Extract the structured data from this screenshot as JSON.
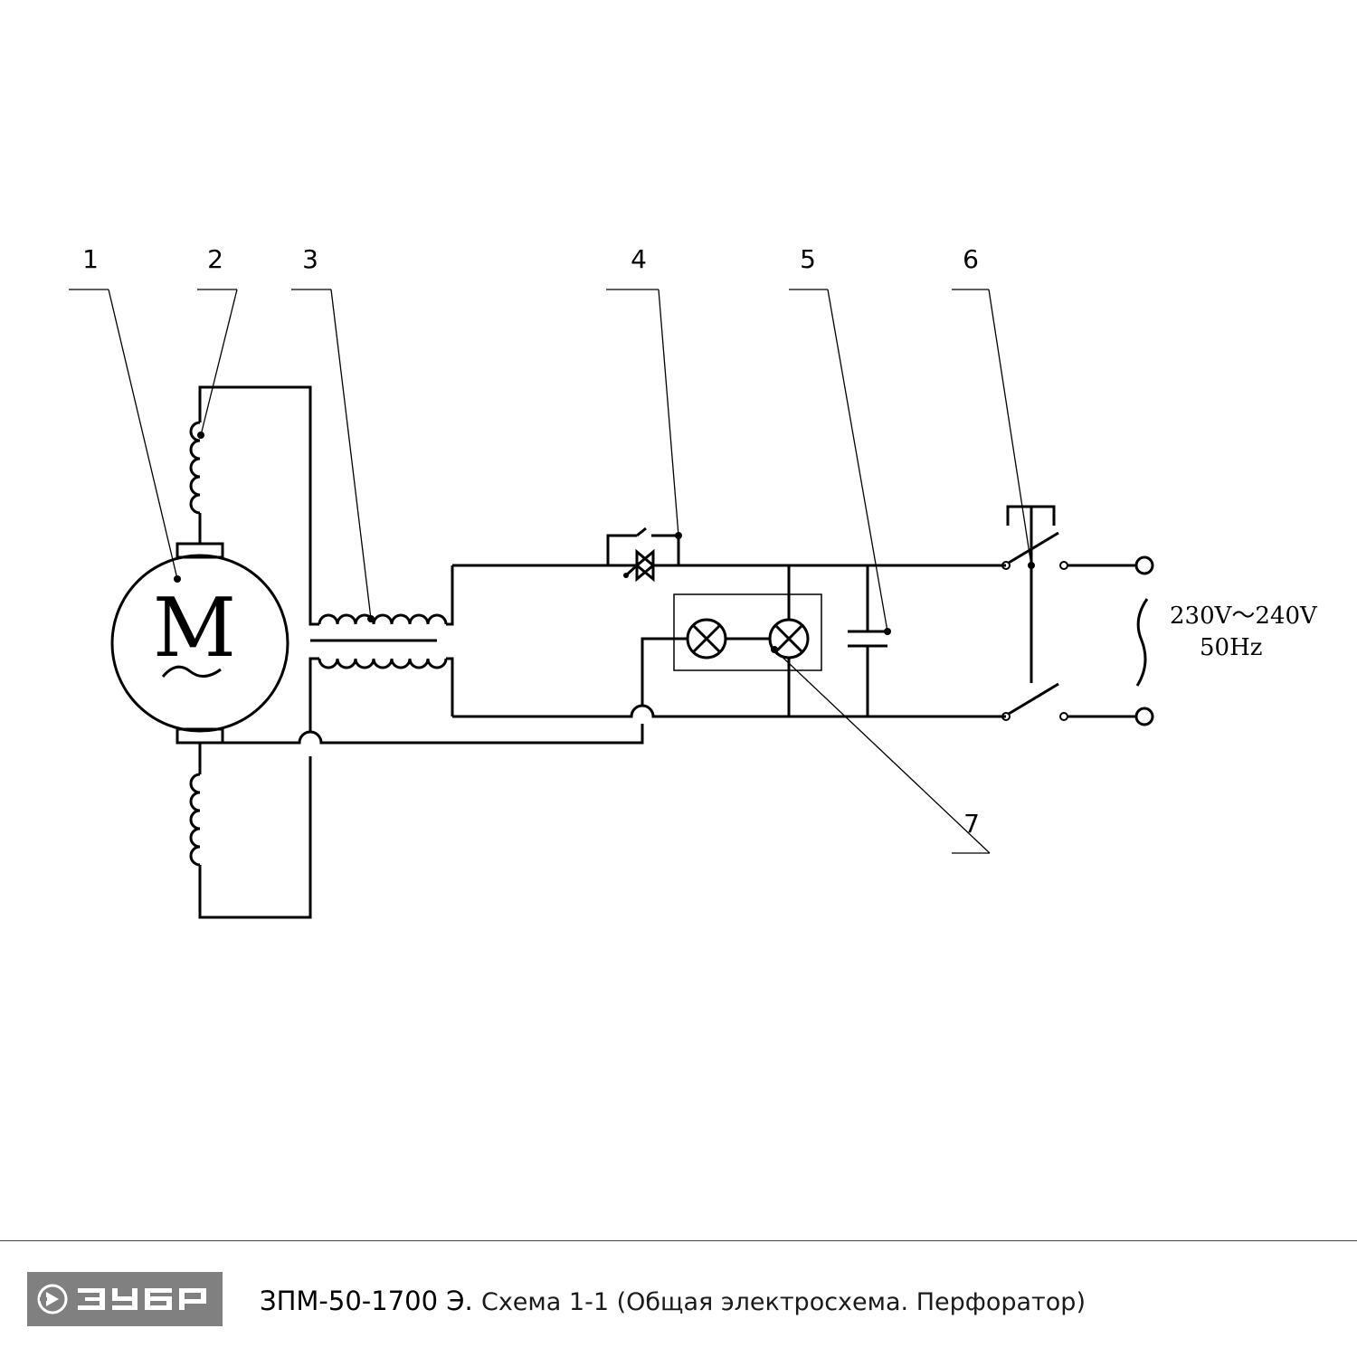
{
  "diagram": {
    "callouts": [
      "1",
      "2",
      "3",
      "4",
      "5",
      "6",
      "7"
    ],
    "motor_letter": "M",
    "supply_voltage": "230V～240V",
    "supply_frequency": "50Hz"
  },
  "footer": {
    "brand": "ЗУБР",
    "model": "ЗПМ-50-1700 Э.",
    "description": "Схема 1-1 (Общая электросхема. Перфоратор)"
  },
  "colors": {
    "logo_background": "#808080",
    "logo_foreground": "#ffffff",
    "ink": "#000000"
  }
}
